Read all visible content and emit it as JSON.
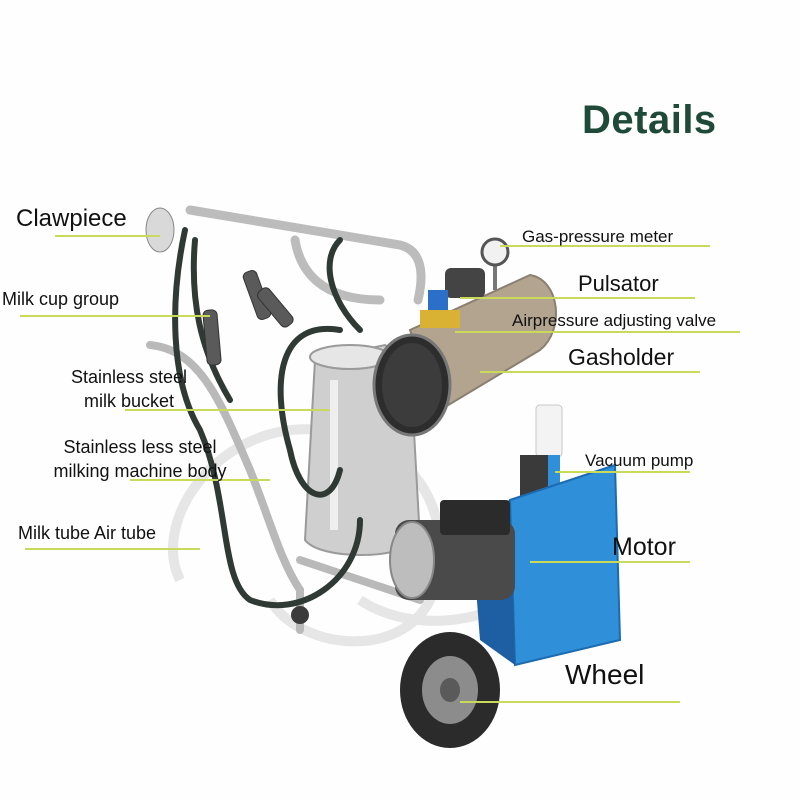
{
  "title": "Details",
  "colors": {
    "title": "#1f4a3a",
    "leader_line": "#c9d95a",
    "motor_housing": "#2f8fd8",
    "steel": "#c9c9c9",
    "hose": "#2f3a35",
    "wheel": "#2b2b2b"
  },
  "labels": {
    "clawpiece": "Clawpiece",
    "milk_cup_group": "Milk cup group",
    "bucket_line1": "Stainless steel",
    "bucket_line2": "milk bucket",
    "body_line1": "Stainless less steel",
    "body_line2": "milking machine body",
    "milk_tube": "Milk tube Air tube",
    "gas_meter": "Gas-pressure meter",
    "pulsator": "Pulsator",
    "air_valve": "Airpressure adjusting valve",
    "gasholder": "Gasholder",
    "vacuum_pump": "Vacuum pump",
    "motor": "Motor",
    "wheel": "Wheel"
  }
}
